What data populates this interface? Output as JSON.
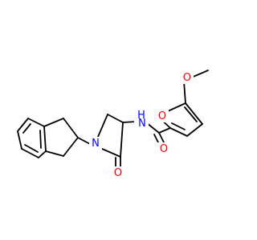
{
  "molecule": {
    "atoms": {
      "O_methoxy": {
        "label": "O",
        "color": "#ff0000"
      },
      "O_furan": {
        "label": "O",
        "color": "#ff0000"
      },
      "O_amide": {
        "label": "O",
        "color": "#ff0000"
      },
      "O_lactam": {
        "label": "O",
        "color": "#ff0000"
      },
      "N_amide": {
        "label": "N",
        "color": "#0000ff"
      },
      "H_amide": {
        "label": "H",
        "color": "#0000ff"
      },
      "N_ring": {
        "label": "N",
        "color": "#0000ff"
      }
    }
  }
}
